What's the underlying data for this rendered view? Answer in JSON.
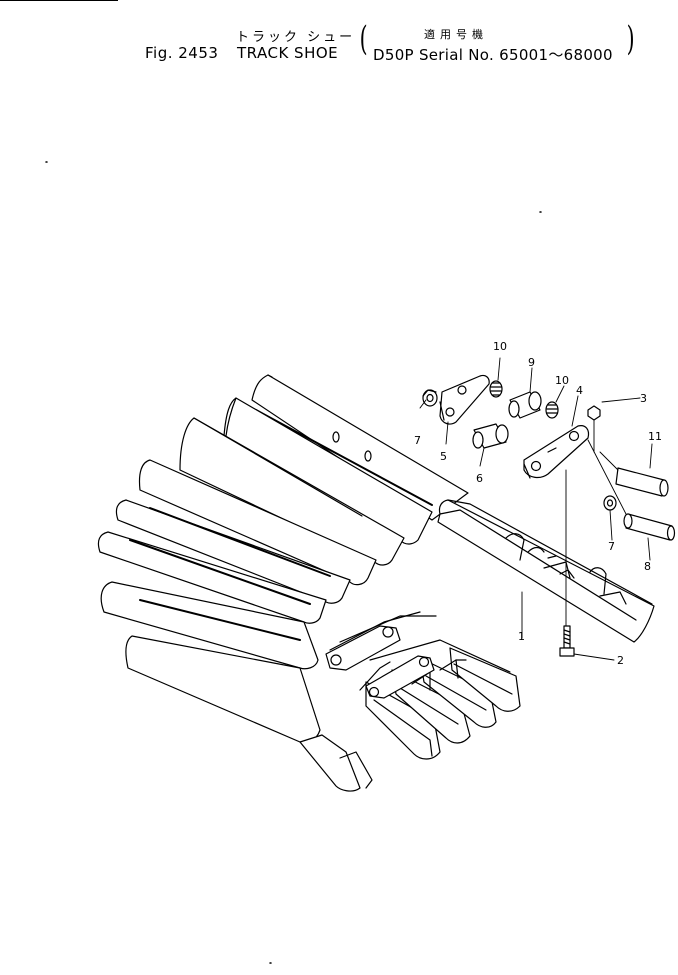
{
  "header": {
    "jp_title": "トラック シュー",
    "figure": "Fig. 2453",
    "name": "TRACK SHOE",
    "applicability_jp": "適用号機",
    "serial": "D50P Serial No. 65001～68000"
  },
  "callouts": {
    "c1": "1",
    "c2": "2",
    "c3": "3",
    "c4": "4",
    "c5": "5",
    "c6": "6",
    "c7a": "7",
    "c7b": "7",
    "c8": "8",
    "c9": "9",
    "c10a": "10",
    "c10b": "10",
    "c11": "11"
  },
  "colors": {
    "ink": "#000000",
    "paper": "#ffffff"
  }
}
